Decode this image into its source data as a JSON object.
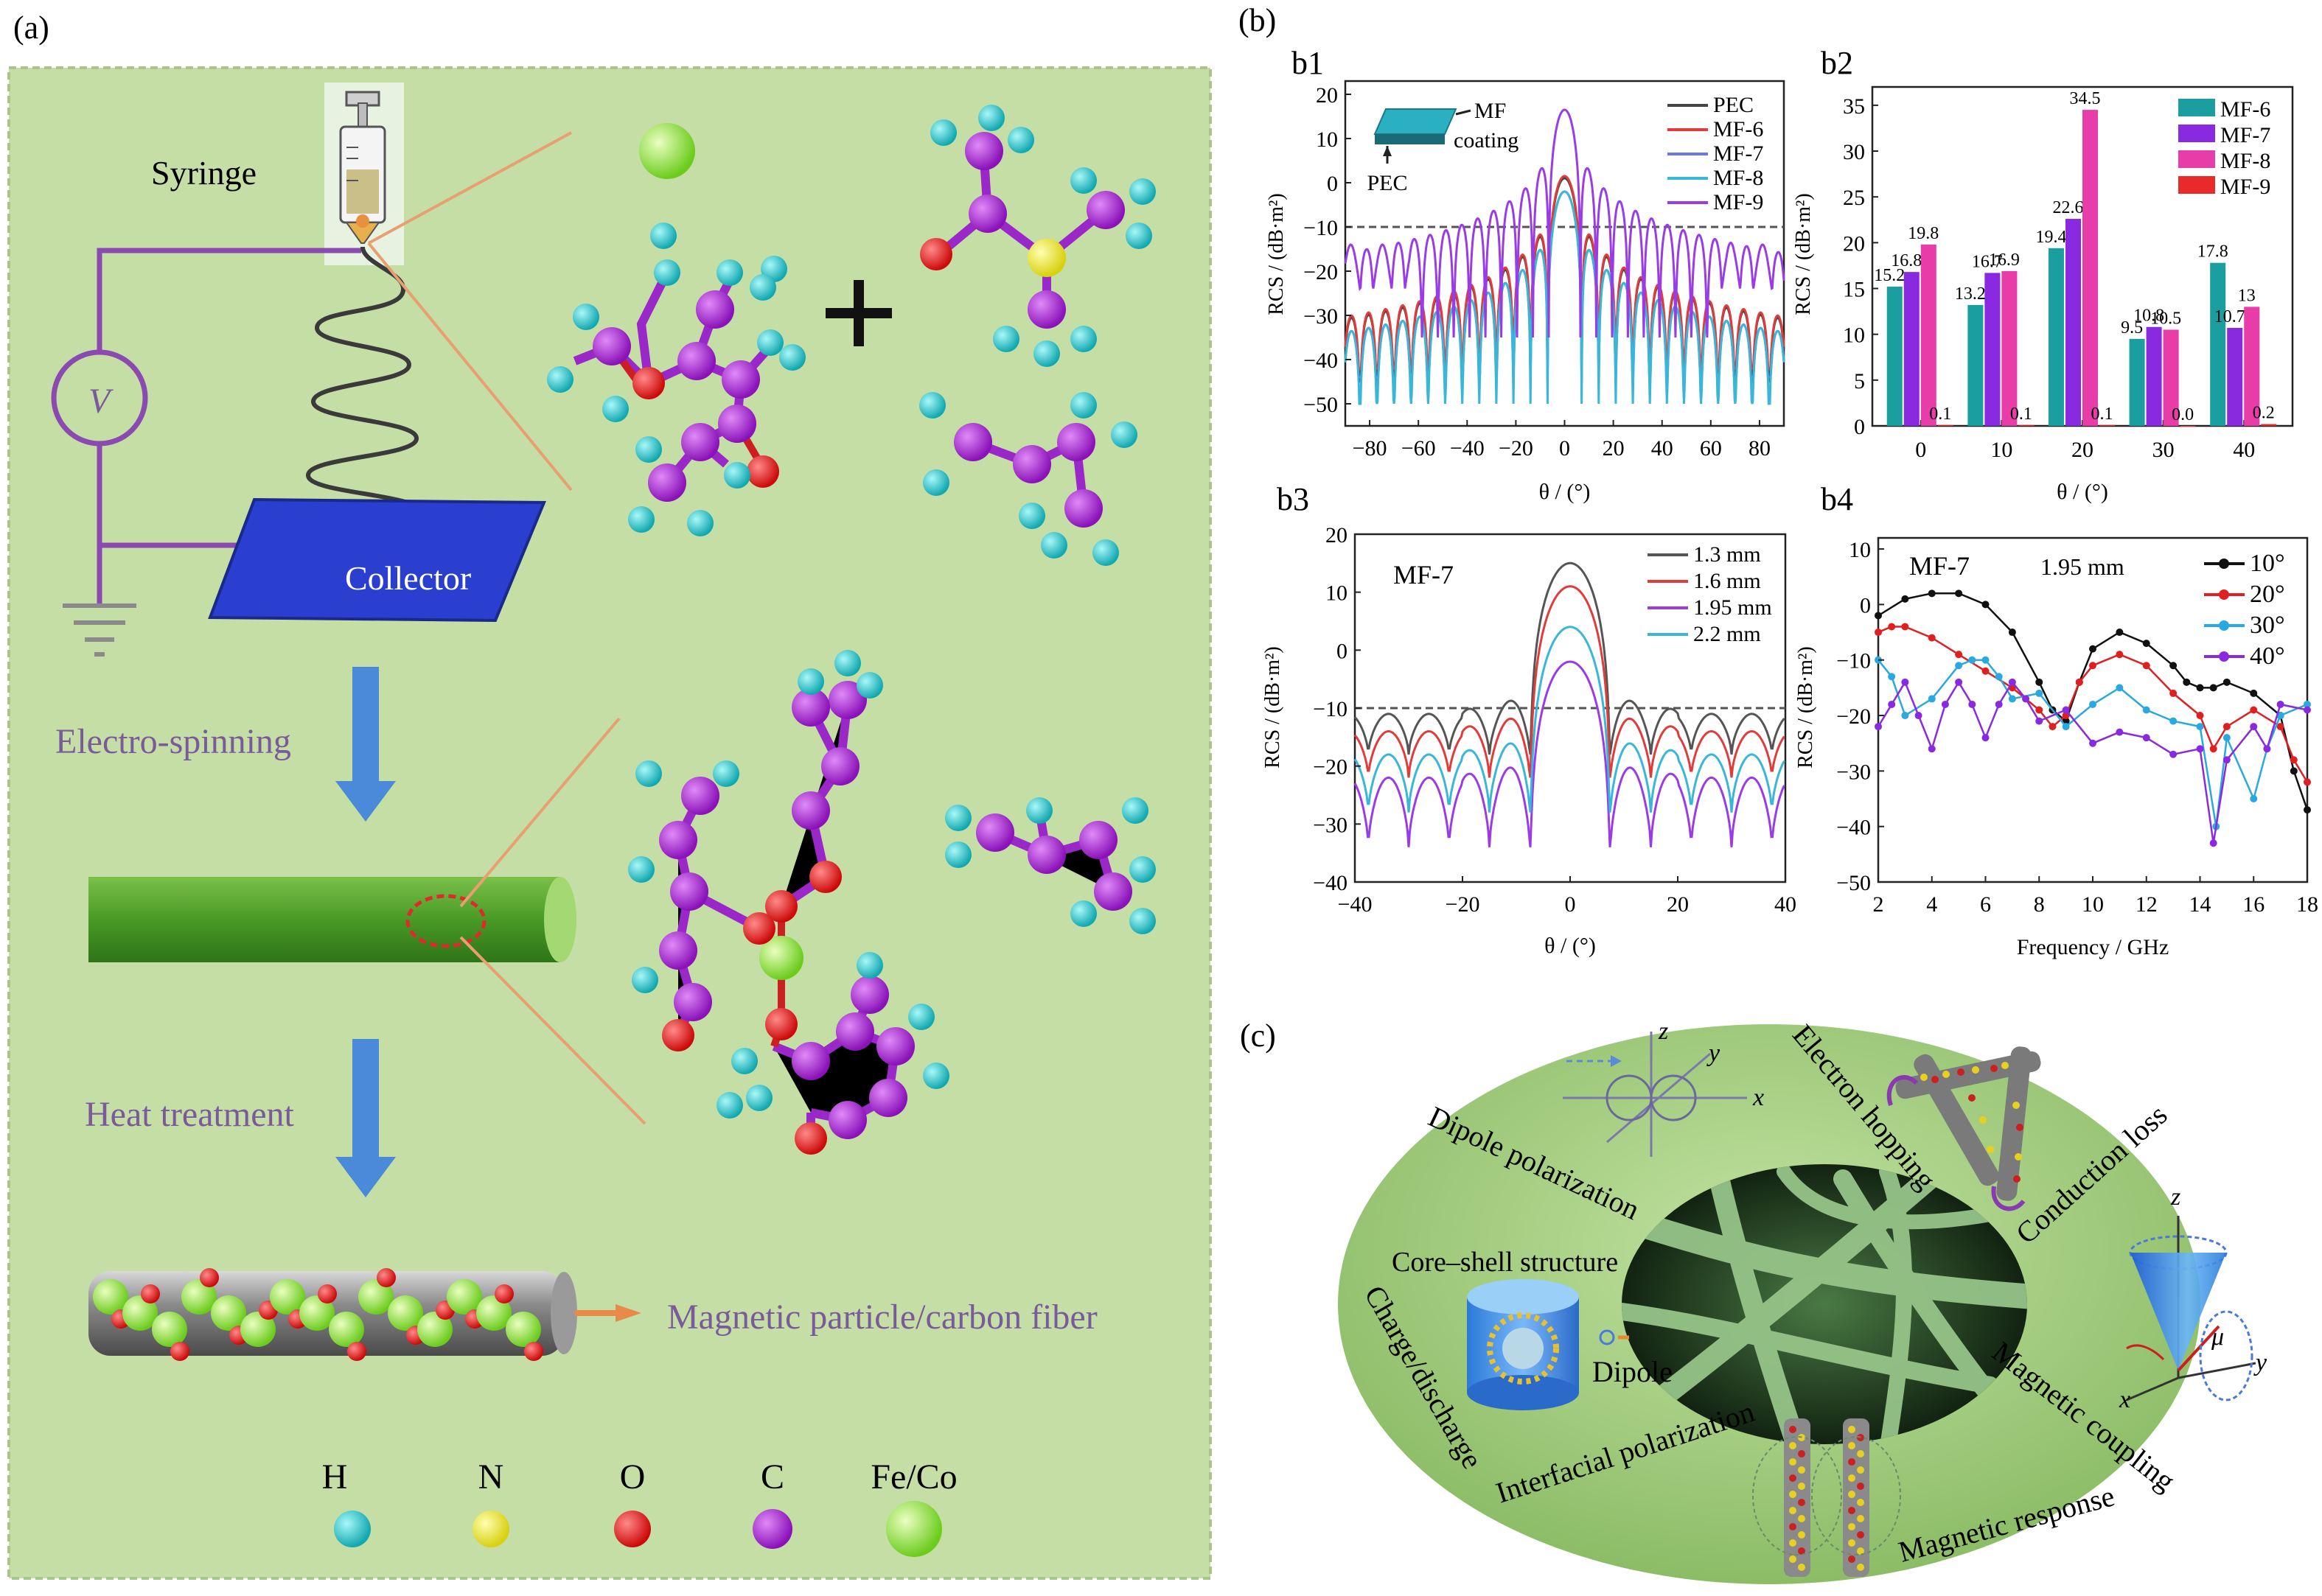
{
  "panel_labels": {
    "a": "(a)",
    "b": "(b)",
    "c": "(c)"
  },
  "panel_a": {
    "syringe": "Syringe",
    "voltage": "V",
    "collector": "Collector",
    "electrospinning": "Electro-spinning",
    "heat_treatment": "Heat treatment",
    "product": "Magnetic particle/carbon fiber",
    "legend": [
      {
        "label": "H",
        "color": "#22c4c8"
      },
      {
        "label": "N",
        "color": "#e6e61a"
      },
      {
        "label": "O",
        "color": "#e21818"
      },
      {
        "label": "C",
        "color": "#a020c8"
      },
      {
        "label": "Fe/Co",
        "color": "#8ee62a"
      }
    ],
    "colors": {
      "background": "#c4dea6",
      "text_purple": "#7a5a9a",
      "arrow": "#4a8ad8",
      "collector": "#2a3fcf"
    }
  },
  "chart_data": [
    {
      "id": "b1",
      "title": "b1",
      "type": "line",
      "xlabel": "θ / (°)",
      "ylabel": "RCS / (dB·m²)",
      "xlim": [
        -90,
        90
      ],
      "ylim": [
        -55,
        23
      ],
      "xticks": [
        "−80",
        "−60",
        "−40",
        "−20",
        "0",
        "20",
        "40",
        "60",
        "80"
      ],
      "xtick_values": [
        -80,
        -60,
        -40,
        -20,
        0,
        20,
        40,
        60,
        80
      ],
      "yticks": [
        20,
        10,
        0,
        -10,
        -20,
        -30,
        -40,
        -50
      ],
      "reference_line": -10,
      "inset": {
        "mf_label": "MF",
        "coating_label": "coating",
        "pec_label": "PEC"
      },
      "series": [
        {
          "name": "PEC",
          "color": "#444444",
          "peak": 1,
          "nulls": -45
        },
        {
          "name": "MF-6",
          "color": "#e03c3c",
          "peak": 1.5,
          "nulls": -42
        },
        {
          "name": "MF-7",
          "color": "#6a78e8",
          "peak": -2,
          "nulls": -44
        },
        {
          "name": "MF-8",
          "color": "#3ab6d8",
          "peak": -2,
          "nulls": -50
        },
        {
          "name": "MF-9",
          "color": "#9a3ce6",
          "peak": 16.5,
          "nulls": -35
        }
      ]
    },
    {
      "id": "b2",
      "title": "b2",
      "type": "bar",
      "xlabel": "θ / (°)",
      "ylabel": "RCS / (dB·m²)",
      "categories": [
        "0",
        "10",
        "20",
        "30",
        "40"
      ],
      "ylim": [
        0,
        37
      ],
      "yticks": [
        0,
        5,
        10,
        15,
        20,
        25,
        30,
        35
      ],
      "series": [
        {
          "name": "MF-6",
          "color": "#1a9ea0",
          "values": [
            15.2,
            13.2,
            19.4,
            9.5,
            17.8
          ],
          "labels": [
            "15.2",
            "13.2",
            "19.4",
            "9.5",
            "17.8"
          ]
        },
        {
          "name": "MF-7",
          "color": "#8a2ae0",
          "values": [
            16.8,
            16.7,
            22.6,
            10.8,
            10.7
          ],
          "labels": [
            "16.8",
            "16.7",
            "22.6",
            "10.8",
            "10.7"
          ]
        },
        {
          "name": "MF-8",
          "color": "#e83ca8",
          "values": [
            19.8,
            16.9,
            34.5,
            10.5,
            13
          ],
          "labels": [
            "19.8",
            "16.9",
            "34.5",
            "10.5",
            "13"
          ]
        },
        {
          "name": "MF-9",
          "color": "#e82a2a",
          "values": [
            0.1,
            0.1,
            0.1,
            0.0,
            0.2
          ],
          "labels": [
            "0.1",
            "0.1",
            "0.1",
            "0.0",
            "0.2"
          ]
        }
      ]
    },
    {
      "id": "b3",
      "title": "b3",
      "type": "line",
      "annotation": "MF-7",
      "xlabel": "θ / (°)",
      "ylabel": "RCS / (dB·m²)",
      "xlim": [
        -40,
        40
      ],
      "ylim": [
        -40,
        20
      ],
      "xticks": [
        "−40",
        "−20",
        "0",
        "20",
        "40"
      ],
      "xtick_values": [
        -40,
        -20,
        0,
        20,
        40
      ],
      "yticks": [
        20,
        10,
        0,
        -10,
        -20,
        -30,
        -40
      ],
      "reference_line": -10,
      "series": [
        {
          "name": "1.3 mm",
          "color": "#555555",
          "peak": 15,
          "side": -11,
          "nulls": -18
        },
        {
          "name": "1.6 mm",
          "color": "#e03c3c",
          "peak": 11,
          "side": -14,
          "nulls": -22
        },
        {
          "name": "1.95 mm",
          "color": "#9a3ce6",
          "peak": -2,
          "side": -22,
          "nulls": -34
        },
        {
          "name": "2.2 mm",
          "color": "#3ab6d8",
          "peak": 4,
          "side": -18,
          "nulls": -28
        }
      ]
    },
    {
      "id": "b4",
      "title": "b4",
      "type": "line",
      "annotation": "MF-7",
      "annotation2": "1.95 mm",
      "xlabel": "Frequency  / GHz",
      "ylabel": "RCS / (dB·m²)",
      "xlim": [
        2,
        18
      ],
      "ylim": [
        -50,
        12
      ],
      "xticks": [
        2,
        4,
        6,
        8,
        10,
        12,
        14,
        16,
        18
      ],
      "yticks": [
        10,
        0,
        -10,
        -20,
        -30,
        -40,
        -50
      ],
      "series": [
        {
          "name": "10°",
          "color": "#111111",
          "x": [
            2,
            3,
            4,
            5,
            6,
            7,
            8,
            8.5,
            9,
            9.5,
            10,
            11,
            12,
            13,
            13.5,
            14,
            14.5,
            15,
            16,
            17,
            17.5,
            18
          ],
          "y": [
            -2,
            1,
            2,
            2,
            0,
            -5,
            -14,
            -19,
            -21,
            -14,
            -8,
            -5,
            -7,
            -11,
            -14,
            -15,
            -15,
            -14,
            -16,
            -20,
            -30,
            -37
          ]
        },
        {
          "name": "20°",
          "color": "#e02020",
          "x": [
            2,
            2.5,
            3,
            4,
            5,
            6,
            7,
            8,
            8.5,
            9,
            9.5,
            10,
            11,
            12,
            13,
            14,
            14.5,
            15,
            16,
            17,
            17.5,
            18
          ],
          "y": [
            -5,
            -4,
            -4,
            -6,
            -9,
            -12,
            -15,
            -19,
            -22,
            -20,
            -14,
            -11,
            -9,
            -11,
            -16,
            -20,
            -26,
            -22,
            -19,
            -22,
            -28,
            -32
          ]
        },
        {
          "name": "30°",
          "color": "#2aa8e0",
          "x": [
            2,
            2.5,
            3,
            4,
            5,
            5.5,
            6,
            6.5,
            7,
            8,
            9,
            10,
            11,
            12,
            13,
            14,
            14.6,
            15,
            16,
            16.5,
            17,
            18
          ],
          "y": [
            -10,
            -13,
            -20,
            -17,
            -11,
            -10,
            -10,
            -13,
            -17,
            -16,
            -22,
            -18,
            -15,
            -19,
            -21,
            -22,
            -40,
            -24,
            -35,
            -26,
            -20,
            -18
          ]
        },
        {
          "name": "40°",
          "color": "#8a2ae0",
          "x": [
            2,
            2.5,
            3,
            3.5,
            4,
            4.5,
            5,
            5.5,
            6,
            6.5,
            7,
            7.5,
            8,
            9,
            10,
            11,
            12,
            13,
            14,
            14.5,
            15,
            16,
            16.5,
            17,
            18
          ],
          "y": [
            -22,
            -18,
            -14,
            -20,
            -26,
            -18,
            -14,
            -18,
            -24,
            -18,
            -14,
            -17,
            -21,
            -19,
            -25,
            -23,
            -24,
            -27,
            -26,
            -43,
            -28,
            -22,
            -26,
            -18,
            -19
          ]
        }
      ]
    }
  ],
  "panel_c": {
    "labels": {
      "dipole_polarization": "Dipole polarization",
      "electron_hopping": "Electron hopping",
      "conduction_loss": "Conduction loss",
      "core_shell": "Core–shell structure",
      "dipole": "Dipole",
      "charge_discharge": "Charge/discharge",
      "interfacial": "Interfacial polarization",
      "magnetic_coupling": "Magnetic coupling",
      "magnetic_response": "Magnetic response",
      "axis_x": "x",
      "axis_y": "y",
      "axis_z": "z",
      "mu": "μ"
    },
    "colors": {
      "ellipse": "#a6cc80",
      "sem_dark": "#102210",
      "fiber": "#8ab880"
    }
  }
}
